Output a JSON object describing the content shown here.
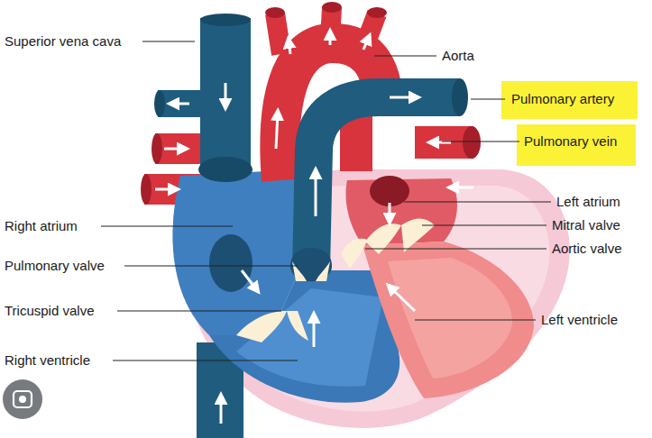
{
  "diagram": {
    "labels": [
      "Superior vena cava",
      "Aorta",
      "Pulmonary artery",
      "Pulmonary vein",
      "Left atrium",
      "Mitral valve",
      "Aortic valve",
      "Right atrium",
      "Pulmonary valve",
      "Tricuspid valve",
      "Right ventricle",
      "Left ventricle"
    ]
  }
}
